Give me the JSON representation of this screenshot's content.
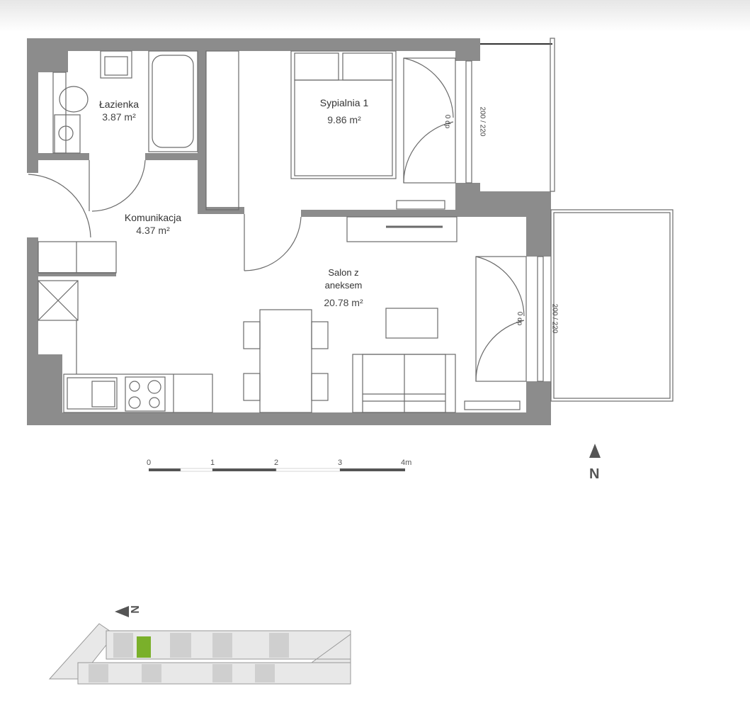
{
  "plan": {
    "rooms": [
      {
        "name": "Łazienka",
        "area": "3.87 m²"
      },
      {
        "name": "Sypialnia 1",
        "area": "9.86 m²"
      },
      {
        "name": "Komunikacja",
        "area": "4.37 m²"
      },
      {
        "name": "Salon z aneksem",
        "name_line1": "Salon z",
        "name_line2": "aneksem",
        "area": "20.78 m²"
      }
    ],
    "window_labels": [
      "200 / 220",
      "200 / 220"
    ],
    "sill_labels": [
      "0 dp",
      "0 dp"
    ]
  },
  "scale_bar": {
    "ticks": [
      "0",
      "1",
      "2",
      "3",
      "4m"
    ]
  },
  "north_arrow": {
    "label": "N"
  },
  "key_plan": {
    "north_label": "N",
    "highlight_color": "#7ab02a"
  },
  "colors": {
    "wall": "#8c8c8c",
    "line": "#6a6a6a"
  }
}
